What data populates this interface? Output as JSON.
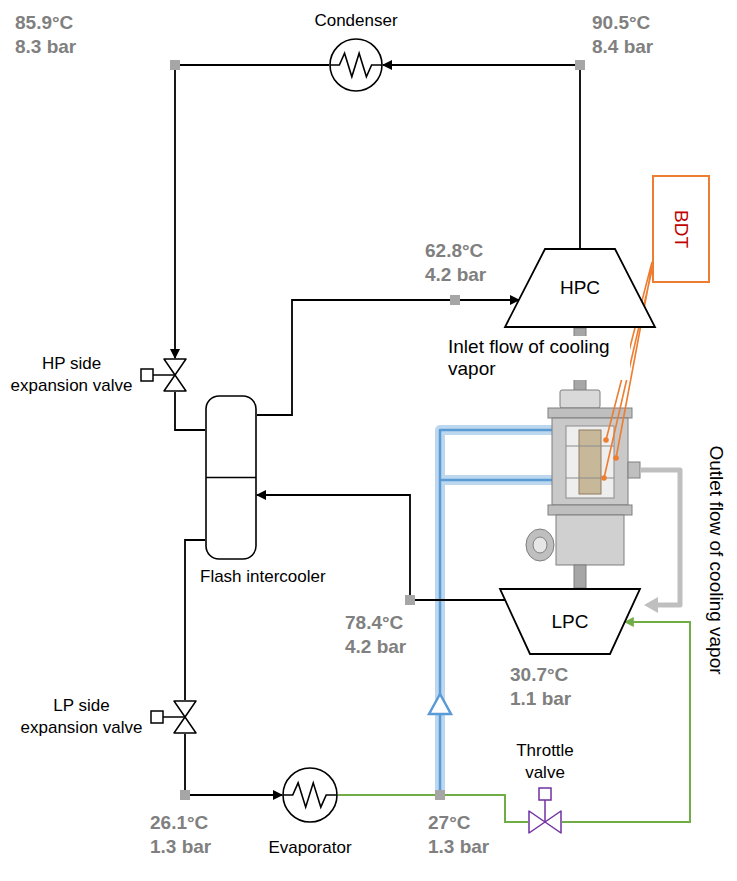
{
  "diagram": {
    "nodes": [
      {
        "text": [
          "Condenser"
        ]
      },
      {
        "text": [
          "HPC"
        ]
      },
      {
        "text": [
          "BDT"
        ]
      },
      {
        "text": [
          "HP side expansion valve"
        ]
      },
      {
        "text": [
          "Flash intercooler"
        ]
      },
      {
        "text": [
          "LPC"
        ]
      },
      {
        "text": [
          "LP side expansion valve"
        ]
      },
      {
        "text": [
          "Evaporator"
        ]
      },
      {
        "text": [
          "Throttle valve"
        ]
      }
    ],
    "edges": [
      {
        "from": 1,
        "to": 0,
        "arrow": "to"
      },
      {
        "from": 0,
        "to": 3,
        "arrow": "to"
      },
      {
        "from": 3,
        "to": 4,
        "arrow": "none"
      },
      {
        "from": 4,
        "to": 1,
        "arrow": "to"
      },
      {
        "from": 5,
        "to": 4,
        "arrow": "to"
      },
      {
        "from": 4,
        "to": 6,
        "arrow": "none"
      },
      {
        "from": 6,
        "to": 7,
        "arrow": "to"
      },
      {
        "from": 7,
        "to": 8,
        "arrow": "none"
      },
      {
        "from": 8,
        "to": 5,
        "arrow": "to"
      }
    ],
    "labels": [
      "85.9°C",
      "8.3 bar",
      "90.5°C",
      "8.4 bar",
      "62.8°C",
      "4.2 bar",
      "Inlet flow of cooling vapor",
      "Outlet flow of cooling vapor",
      "78.4°C",
      "4.2 bar",
      "30.7°C",
      "1.1 bar",
      "26.1°C",
      "1.3 bar",
      "27°C",
      "1.3 bar"
    ]
  }
}
